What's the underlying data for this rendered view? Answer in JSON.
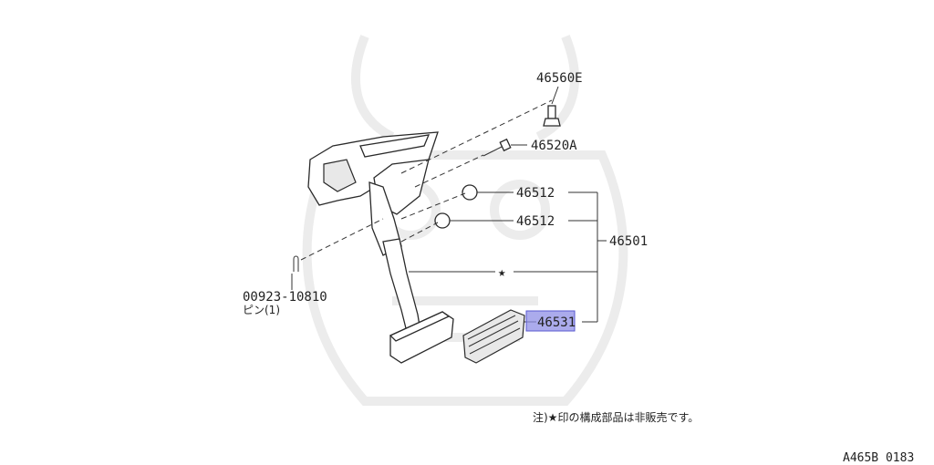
{
  "diagram": {
    "parts": [
      {
        "id": "p46560e",
        "number": "46560E"
      },
      {
        "id": "p46520a",
        "number": "46520A"
      },
      {
        "id": "p46512a",
        "number": "46512"
      },
      {
        "id": "p46512b",
        "number": "46512"
      },
      {
        "id": "p46501",
        "number": "46501"
      },
      {
        "id": "p46531",
        "number": "46531",
        "highlighted": true
      },
      {
        "id": "p00923",
        "number": "00923-10810",
        "note": "ピン(1)"
      }
    ],
    "star_symbol": "★",
    "footnote": "注)★印の構成部品は非販売です。",
    "figure_code": "A465B 0183",
    "colors": {
      "highlight": "#8f8fe6",
      "line": "#333333"
    }
  }
}
